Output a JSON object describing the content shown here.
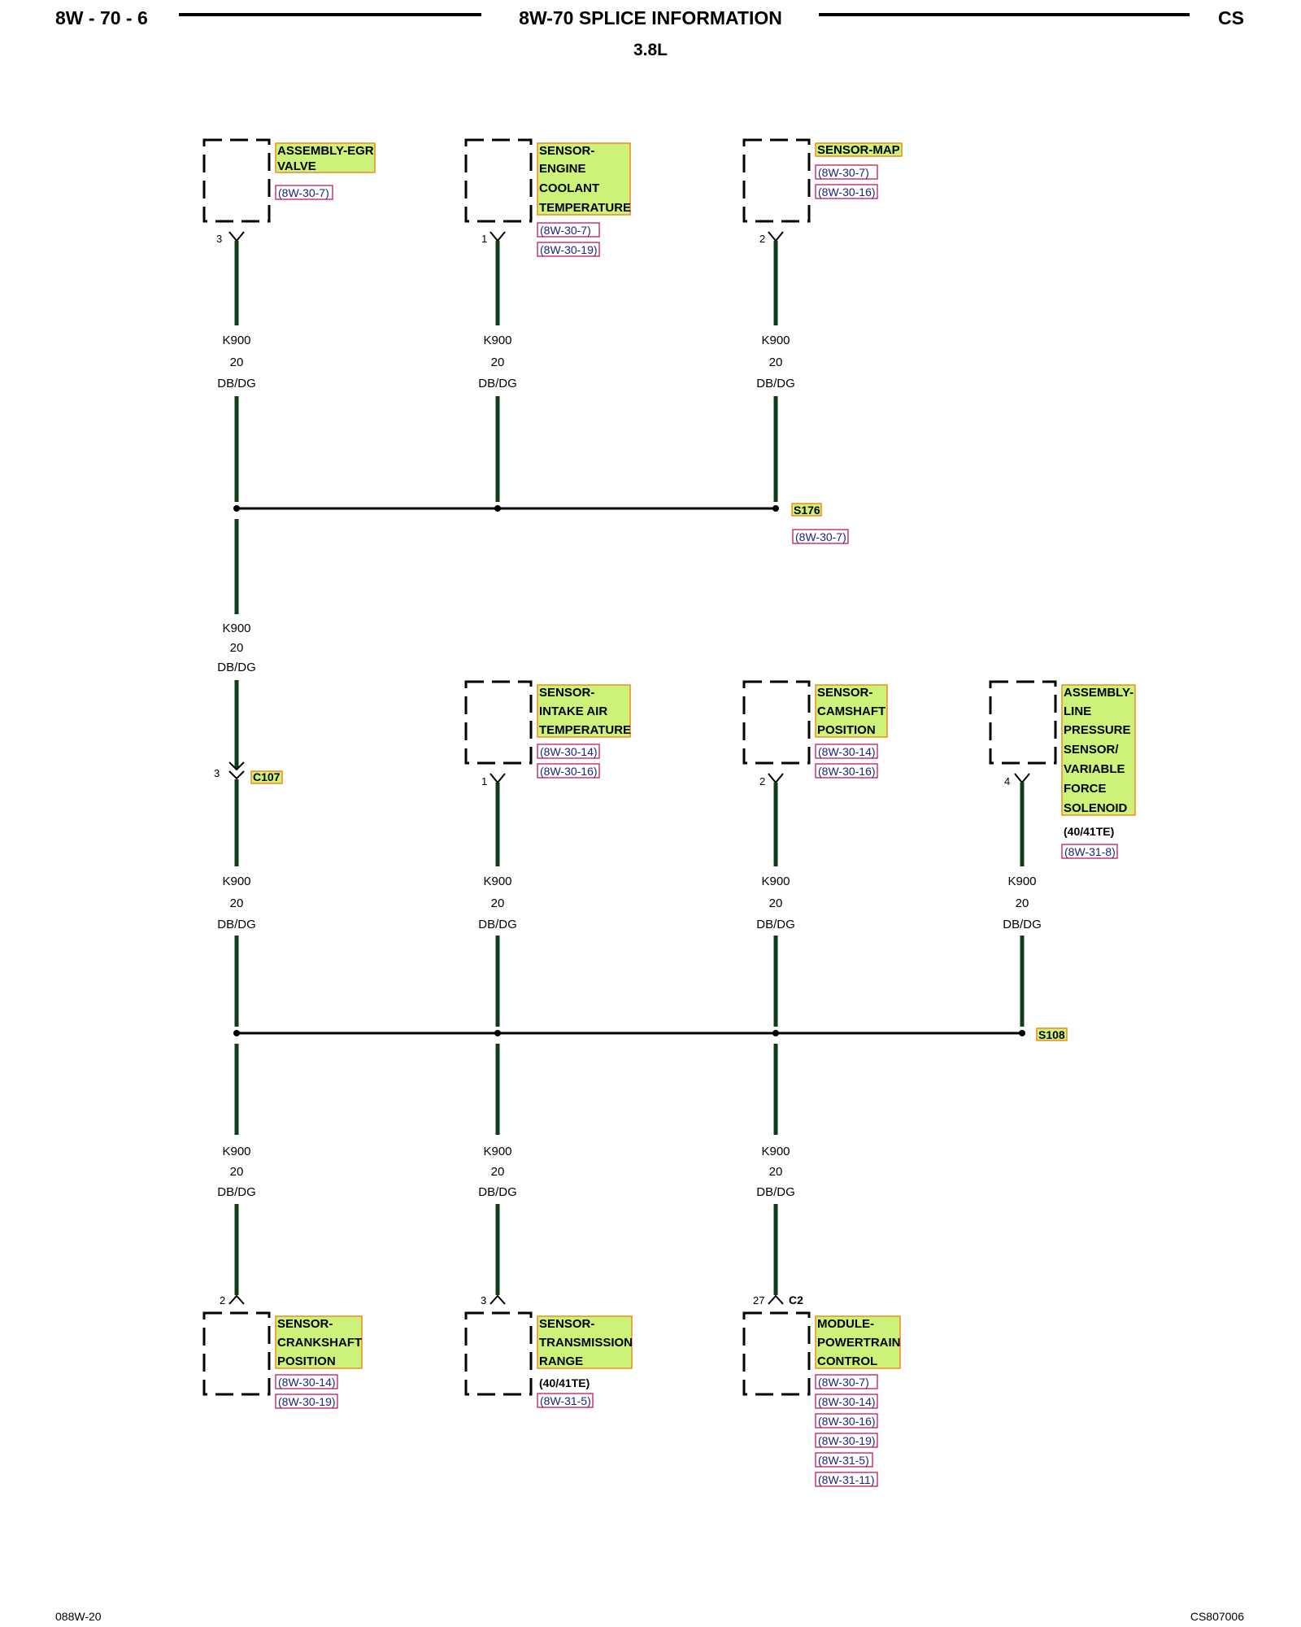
{
  "header": {
    "page_number": "8W - 70 - 6",
    "title": "8W-70 SPLICE INFORMATION",
    "subtitle": "3.8L",
    "code": "CS"
  },
  "footer": {
    "left": "088W-20",
    "right": "CS807006"
  },
  "wire": {
    "circuit": "K900",
    "gauge": "20",
    "color": "DB/DG"
  },
  "splices": {
    "upper": {
      "label": "S176",
      "ref": "(8W-30-7)"
    },
    "lower": {
      "label": "S108"
    }
  },
  "inline_connector": {
    "label": "C107",
    "pin": "3"
  },
  "components": {
    "egr": {
      "lines": [
        "ASSEMBLY-EGR",
        "VALVE"
      ],
      "refs": [
        "(8W-30-7)"
      ],
      "pin": "3"
    },
    "ect": {
      "lines": [
        "SENSOR-",
        "ENGINE",
        "COOLANT",
        "TEMPERATURE"
      ],
      "refs": [
        "(8W-30-7)",
        "(8W-30-19)"
      ],
      "pin": "1"
    },
    "map": {
      "lines": [
        "SENSOR-MAP"
      ],
      "refs": [
        "(8W-30-7)",
        "(8W-30-16)"
      ],
      "pin": "2"
    },
    "iat": {
      "lines": [
        "SENSOR-",
        "INTAKE AIR",
        "TEMPERATURE"
      ],
      "refs": [
        "(8W-30-14)",
        "(8W-30-16)"
      ],
      "pin": "1"
    },
    "cmp": {
      "lines": [
        "SENSOR-",
        "CAMSHAFT",
        "POSITION"
      ],
      "refs": [
        "(8W-30-14)",
        "(8W-30-16)"
      ],
      "pin": "2"
    },
    "lps": {
      "lines": [
        "ASSEMBLY-",
        "LINE",
        "PRESSURE",
        "SENSOR/",
        "VARIABLE",
        "FORCE",
        "SOLENOID"
      ],
      "note": "(40/41TE)",
      "refs": [
        "(8W-31-8)"
      ],
      "pin": "4"
    },
    "ckp": {
      "lines": [
        "SENSOR-",
        "CRANKSHAFT",
        "POSITION"
      ],
      "refs": [
        "(8W-30-14)",
        "(8W-30-19)"
      ],
      "pin": "2"
    },
    "trs": {
      "lines": [
        "SENSOR-",
        "TRANSMISSION",
        "RANGE"
      ],
      "note": "(40/41TE)",
      "refs": [
        "(8W-31-5)"
      ],
      "pin": "3"
    },
    "pcm": {
      "lines": [
        "MODULE-",
        "POWERTRAIN",
        "CONTROL"
      ],
      "refs": [
        "(8W-30-7)",
        "(8W-30-14)",
        "(8W-30-16)",
        "(8W-30-19)",
        "(8W-31-5)",
        "(8W-31-11)"
      ],
      "pin": "27",
      "connector": "C2"
    }
  }
}
